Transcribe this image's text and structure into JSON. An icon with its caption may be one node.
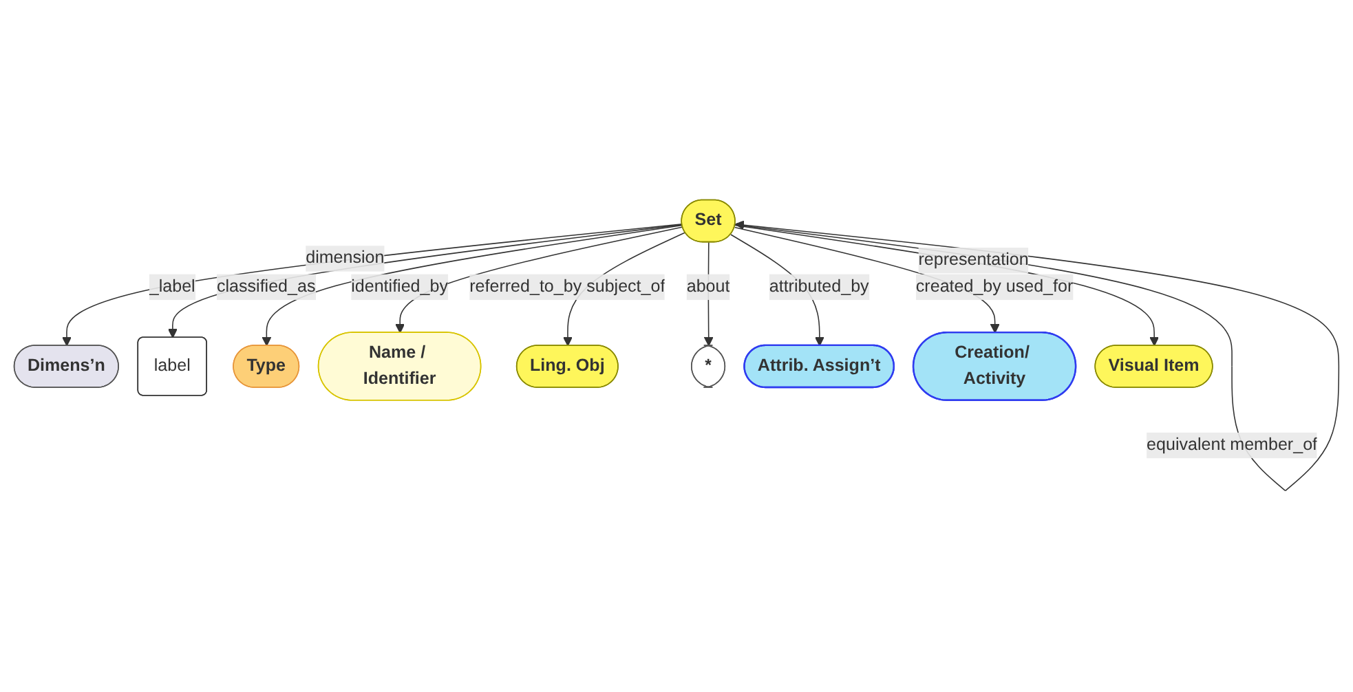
{
  "diagram": {
    "nodes": [
      {
        "text": [
          "Set"
        ]
      },
      {
        "text": [
          "Dimens’n"
        ]
      },
      {
        "text": [
          "label"
        ]
      },
      {
        "text": [
          "Type"
        ]
      },
      {
        "text": [
          "Name / Identifier"
        ]
      },
      {
        "text": [
          "Ling. Obj"
        ]
      },
      {
        "text": [
          "*"
        ]
      },
      {
        "text": [
          "Attrib. Assign’t"
        ]
      },
      {
        "text": [
          "Creation/ Activity"
        ]
      },
      {
        "text": [
          "Visual Item"
        ]
      }
    ],
    "edges": [
      {
        "from": 0,
        "to": 1,
        "arrow": "to",
        "label": "dimension"
      },
      {
        "from": 0,
        "to": 2,
        "arrow": "to",
        "label": "_label"
      },
      {
        "from": 0,
        "to": 3,
        "arrow": "to",
        "label": "classified_as"
      },
      {
        "from": 0,
        "to": 0,
        "arrow": "to",
        "label": "equivalent member_of"
      },
      {
        "from": 0,
        "to": 4,
        "arrow": "to",
        "label": "identified_by"
      },
      {
        "from": 0,
        "to": 6,
        "arrow": "to",
        "label": "about"
      },
      {
        "from": 0,
        "to": 5,
        "arrow": "to",
        "label": "referred_to_by subject_of"
      },
      {
        "from": 0,
        "to": 7,
        "arrow": "to",
        "label": "attributed_by"
      },
      {
        "from": 0,
        "to": 8,
        "arrow": "to",
        "label": "created_by used_for"
      },
      {
        "from": 0,
        "to": 9,
        "arrow": "to",
        "label": "representation"
      }
    ]
  }
}
